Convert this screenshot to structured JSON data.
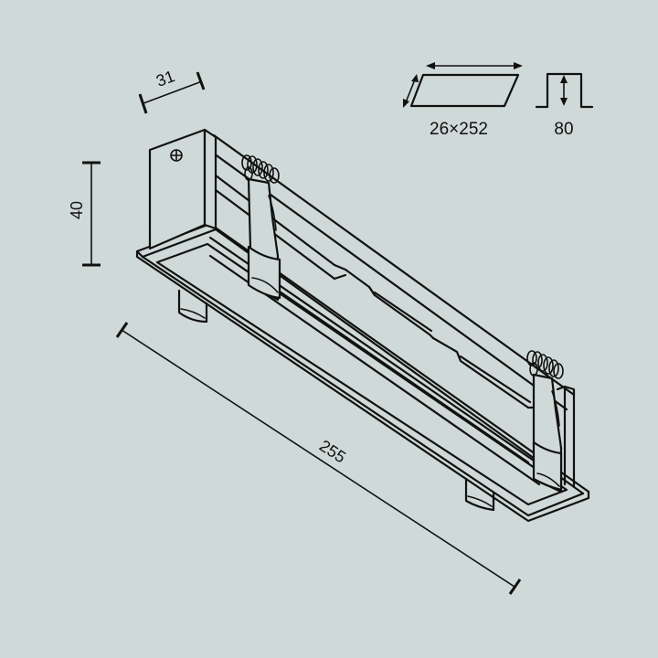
{
  "drawing": {
    "type": "technical-dimension-drawing",
    "subject": "recessed linear track housing with spring clips",
    "background_color": "#cfd9d8",
    "line_color": "#111111"
  },
  "dimensions": {
    "width": {
      "value": "31",
      "unit": "mm"
    },
    "height": {
      "value": "40",
      "unit": "mm"
    },
    "length": {
      "value": "255",
      "unit": "mm"
    }
  },
  "cutout": {
    "label": "26×252",
    "icon": "cutout-parallelogram-icon"
  },
  "recess_depth": {
    "label": "80",
    "icon": "recess-depth-icon"
  }
}
